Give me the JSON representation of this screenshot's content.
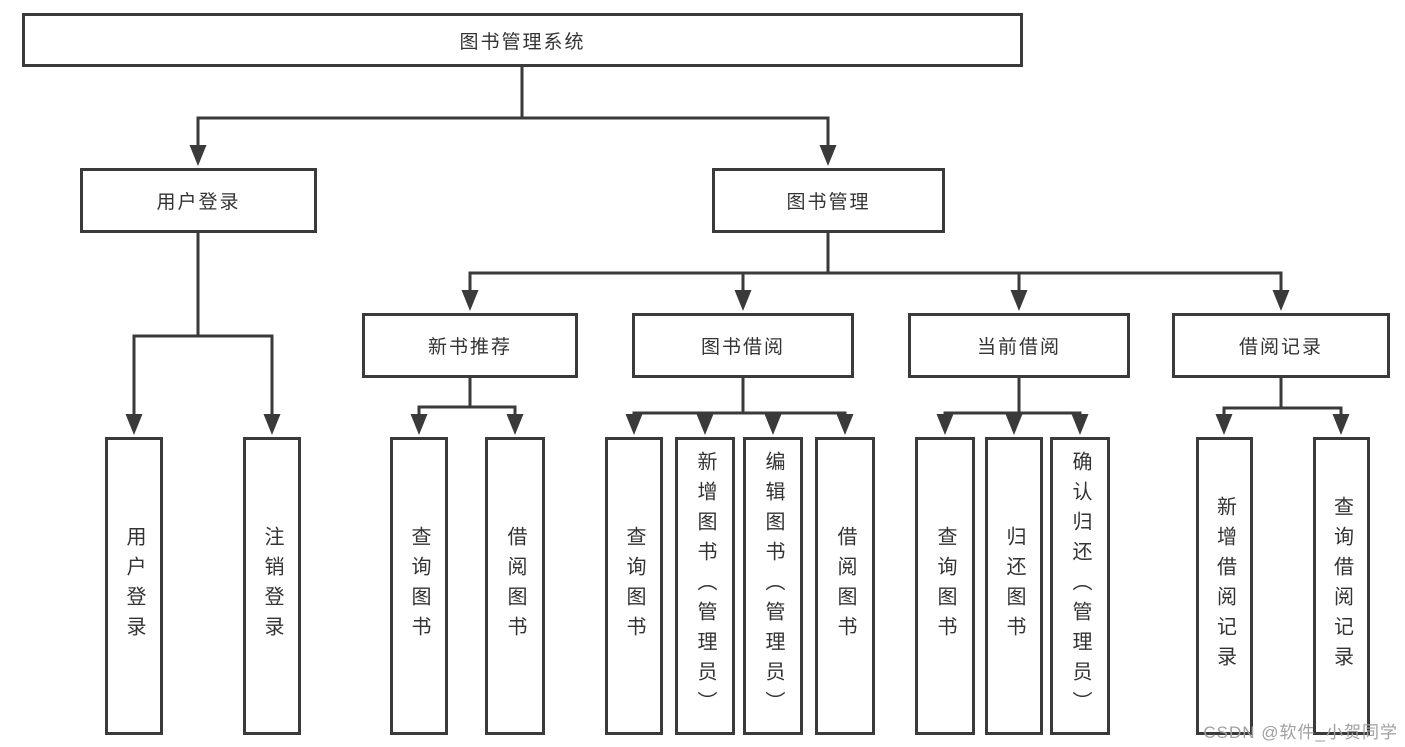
{
  "nodes": {
    "root": "图书管理系统",
    "user_login": "用户登录",
    "book_mgmt": "图书管理",
    "new_book_rec": "新书推荐",
    "book_borrow": "图书借阅",
    "current_borrow": "当前借阅",
    "borrow_record": "借阅记录",
    "ul_user_login": "用户登录",
    "ul_logout": "注销登录",
    "nb_query_book": "查询图书",
    "nb_borrow_book": "借阅图书",
    "bb_query_book": "查询图书",
    "bb_add_book": "新增图书（管理员）",
    "bb_edit_book": "编辑图书（管理员）",
    "bb_borrow_book": "借阅图书",
    "cb_query_book": "查询图书",
    "cb_return_book": "归还图书",
    "cb_confirm_return": "确认归还（管理员）",
    "br_add_record": "新增借阅记录",
    "br_query_record": "查询借阅记录"
  },
  "hierarchy": {
    "root": [
      "user_login",
      "book_mgmt"
    ],
    "user_login": [
      "ul_user_login",
      "ul_logout"
    ],
    "book_mgmt": [
      "new_book_rec",
      "book_borrow",
      "current_borrow",
      "borrow_record"
    ],
    "new_book_rec": [
      "nb_query_book",
      "nb_borrow_book"
    ],
    "book_borrow": [
      "bb_query_book",
      "bb_add_book",
      "bb_edit_book",
      "bb_borrow_book"
    ],
    "current_borrow": [
      "cb_query_book",
      "cb_return_book",
      "cb_confirm_return"
    ],
    "borrow_record": [
      "br_add_record",
      "br_query_record"
    ]
  },
  "watermark": "CSDN @软件_小贺同学",
  "colors": {
    "line": "#3a3a3a",
    "text": "#333333",
    "watermark": "#a0a0a0",
    "background": "#ffffff"
  }
}
